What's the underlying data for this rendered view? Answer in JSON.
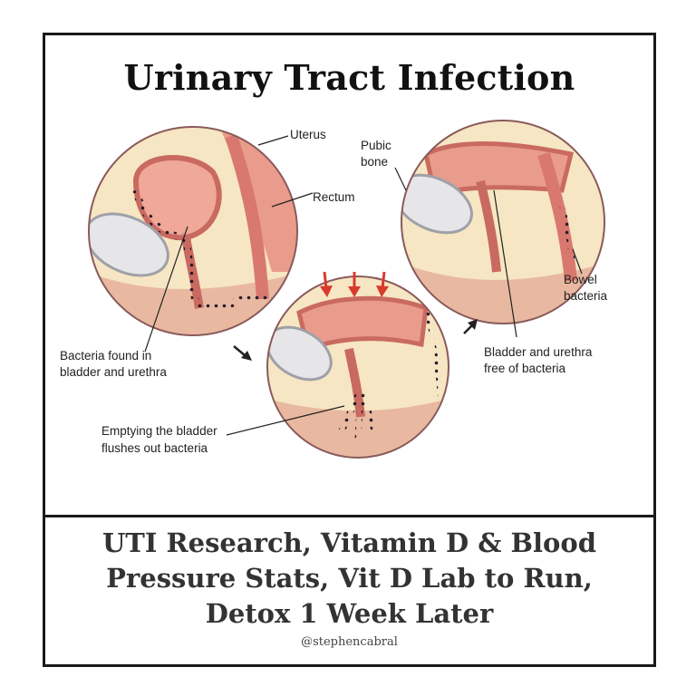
{
  "title": "Urinary Tract Infection",
  "labels": {
    "uterus": "Uterus",
    "rectum": "Rectum",
    "pubic_bone_1": "Pubic",
    "pubic_bone_2": "bone",
    "bowel_1": "Bowel",
    "bowel_2": "bacteria",
    "bacteria_found_1": "Bacteria found in",
    "bacteria_found_2": "bladder and urethra",
    "free_1": "Bladder and urethra",
    "free_2": "free of bacteria",
    "emptying_1": "Emptying the bladder",
    "emptying_2": "flushes out bacteria"
  },
  "caption": {
    "line1": "UTI Research, Vitamin D & Blood",
    "line2": "Pressure Stats, Vit D Lab to Run,",
    "line3": "Detox 1 Week Later"
  },
  "handle": "@stephencabral"
}
